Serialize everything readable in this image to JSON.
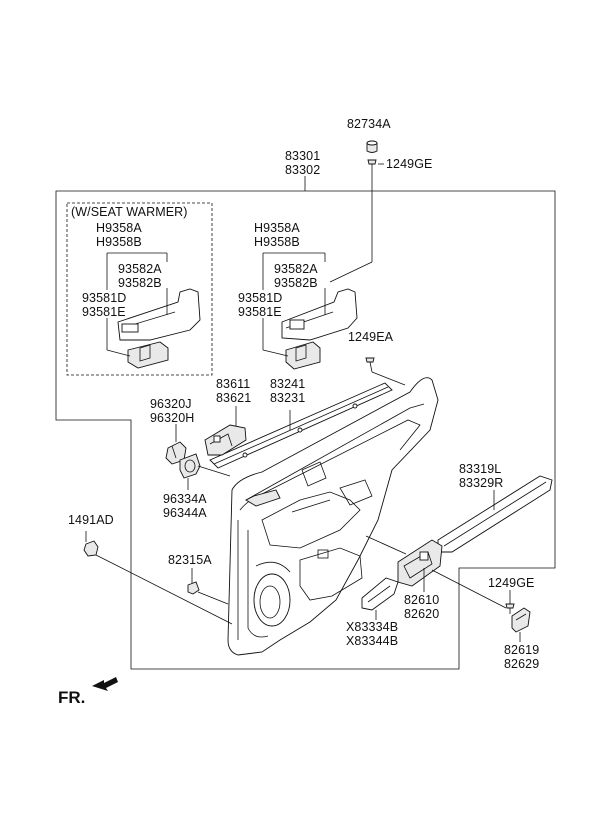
{
  "seat_warmer_title": "(W/SEAT WARMER)",
  "front_marker": "FR.",
  "labels": {
    "p82734A": "82734A",
    "p1249GE_top": "1249GE",
    "p83301": "83301",
    "p83302": "83302",
    "sw_H9358A": "H9358A",
    "sw_H9358B": "H9358B",
    "sw_93582A": "93582A",
    "sw_93582B": "93582B",
    "sw_93581D": "93581D",
    "sw_93581E": "93581E",
    "H9358A": "H9358A",
    "H9358B": "H9358B",
    "p93582A": "93582A",
    "p93582B": "93582B",
    "p93581D": "93581D",
    "p93581E": "93581E",
    "p1249EA": "1249EA",
    "p96320J": "96320J",
    "p96320H": "96320H",
    "p83611": "83611",
    "p83621": "83621",
    "p83241": "83241",
    "p83231": "83231",
    "p83319L": "83319L",
    "p83329R": "83329R",
    "p96334A": "96334A",
    "p96344A": "96344A",
    "p1491AD": "1491AD",
    "p82315A": "82315A",
    "p1249GE_right": "1249GE",
    "p82610": "82610",
    "p82620": "82620",
    "X83334B": "X83334B",
    "X83344B": "X83344B",
    "p82619": "82619",
    "p82629": "82629"
  },
  "colors": {
    "line": "#111111",
    "part_fill": "#ffffff",
    "part_shade": "#e9e9e9"
  }
}
